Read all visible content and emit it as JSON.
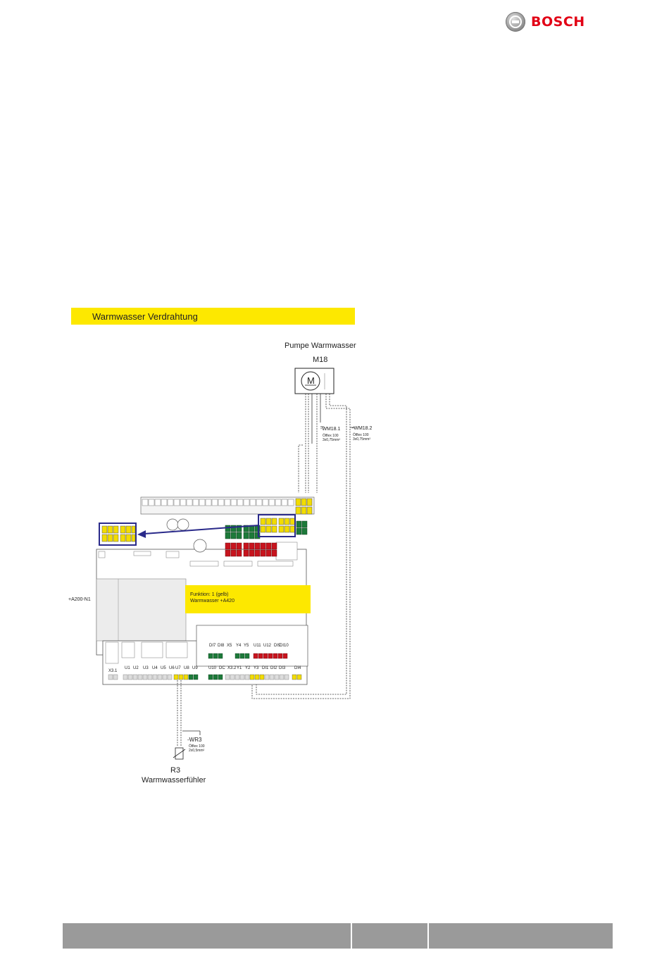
{
  "brand": {
    "name": "BOSCH",
    "color": "#e20015"
  },
  "section": {
    "title": "Warmwasser Verdrahtung",
    "bar_color": "#fde800"
  },
  "pump": {
    "title": "Pumpe Warmwasser",
    "id": "M18",
    "motor_symbol": "M",
    "cable_1": {
      "id": "-WM18.1",
      "spec_1": "Ölflex 100",
      "spec_2": "3x0,75mm²"
    },
    "cable_2": {
      "id": "-WM18.2",
      "spec_1": "Ölflex 100",
      "spec_2": "3x0,75mm²"
    }
  },
  "controller": {
    "id": "+A200-N1",
    "function_line_1": "Funktion: 1 (gelb)",
    "function_line_2": "Warmwasser +A420",
    "terminals_top": [
      "DI7",
      "DI8",
      "X5",
      "Y4",
      "Y5",
      "U11",
      "U12",
      "DI9",
      "DI10"
    ],
    "terminals_bottom_left": [
      "X3.1",
      "U1",
      "U2",
      "U3",
      "U4",
      "U5",
      "U6",
      "U7",
      "U8",
      "U9"
    ],
    "terminals_bottom_right": [
      "U10",
      "DC",
      "X3.2",
      "Y1",
      "Y2",
      "Y3",
      "DI1",
      "DI2",
      "DI3",
      "DI4"
    ]
  },
  "sensor": {
    "id": "R3",
    "name": "Warmwasserfühler",
    "cable": {
      "id": "-WR3",
      "spec_1": "Ölflex 100",
      "spec_2": "2x0,5mm²"
    }
  },
  "colors": {
    "terminal_yellow": "#f2dc00",
    "terminal_green": "#1d7a3a",
    "terminal_red": "#c8141e",
    "highlight_frame": "#2a2a8a"
  }
}
